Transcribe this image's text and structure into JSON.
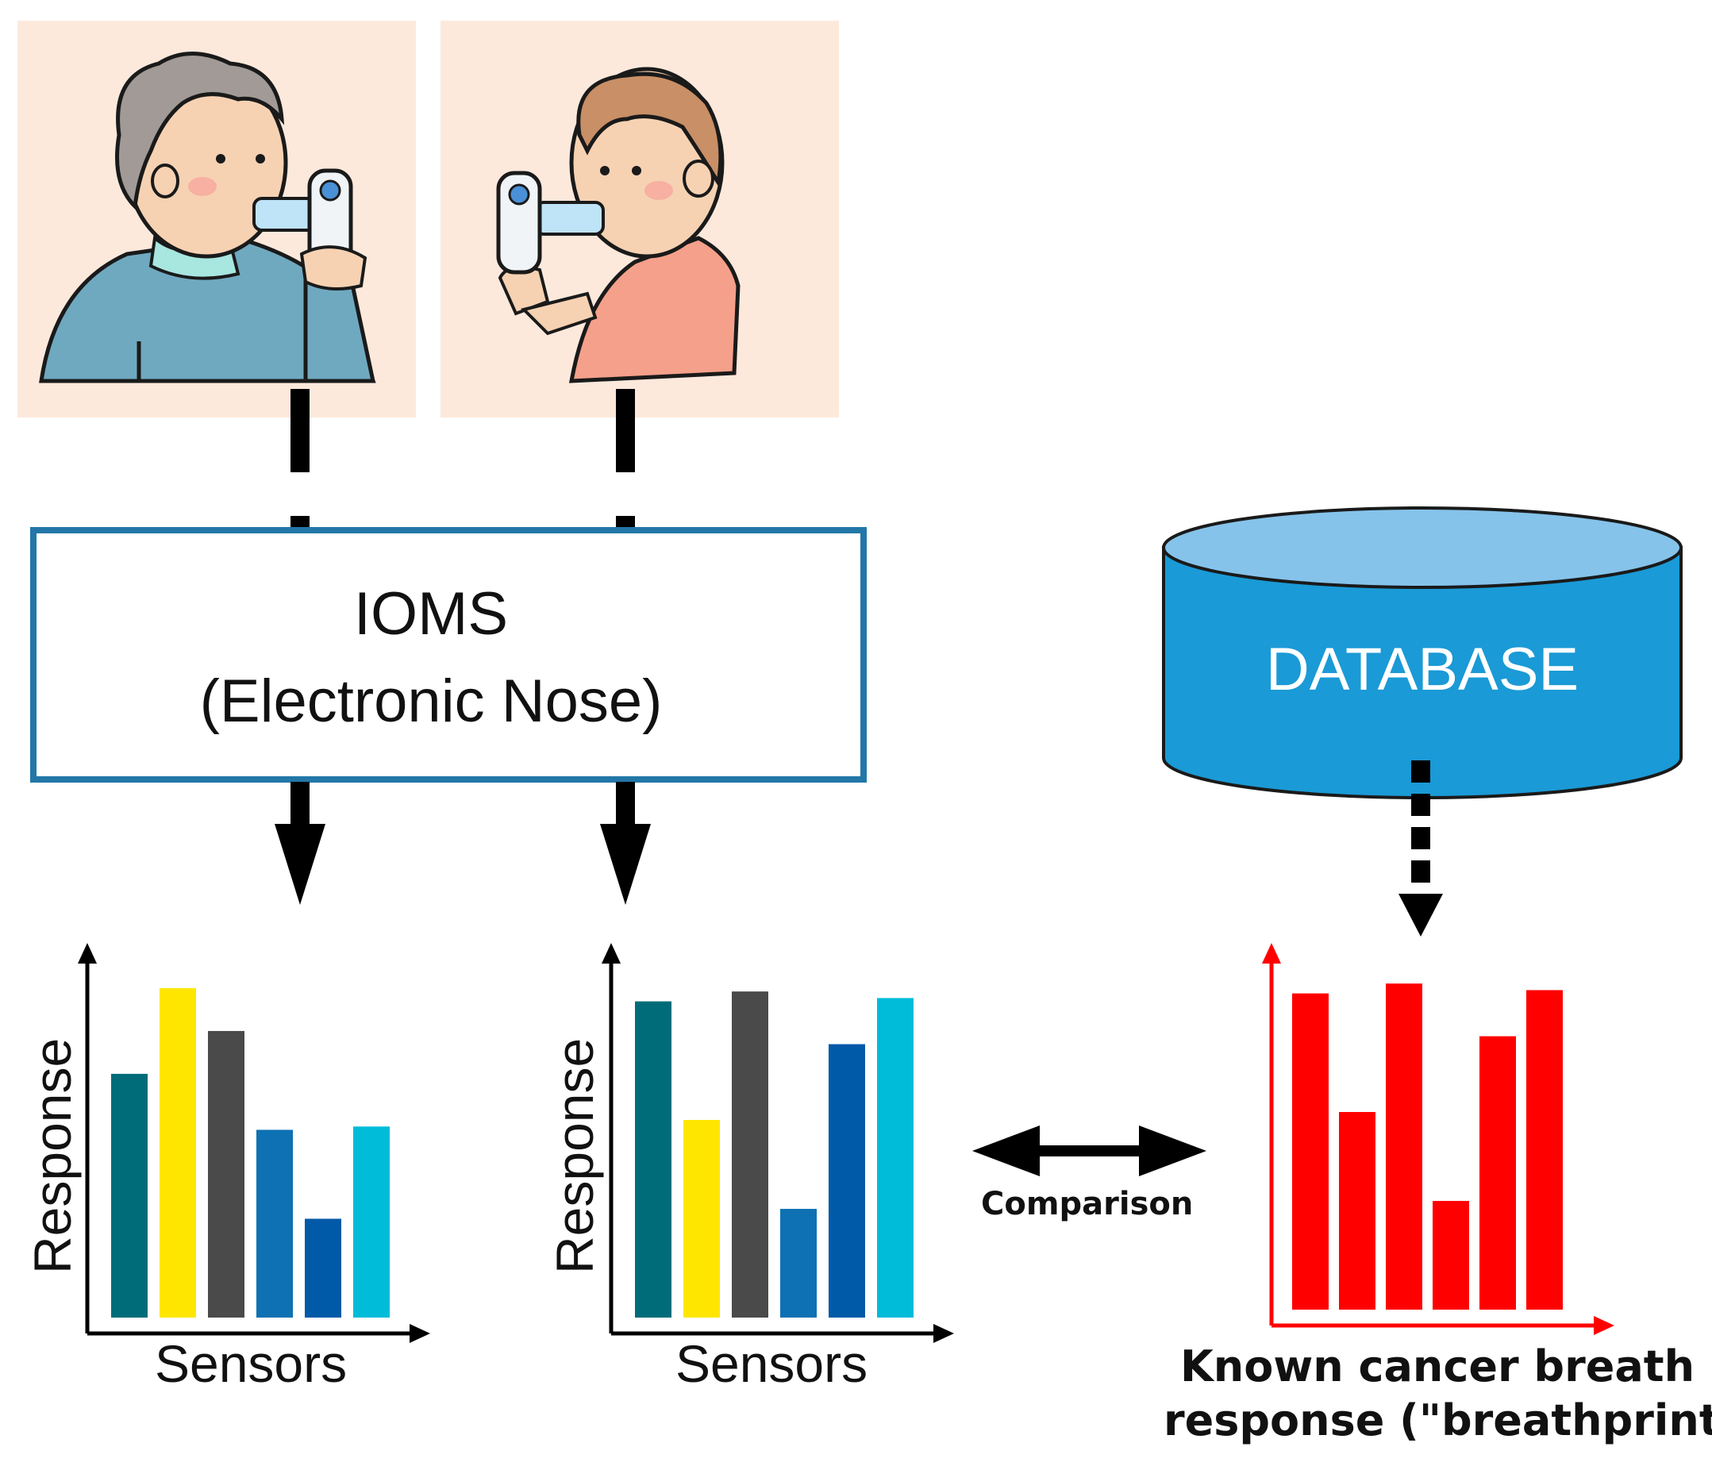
{
  "ioms": {
    "title": "IOMS",
    "subtitle": "(Electronic Nose)"
  },
  "database": {
    "label": "DATABASE",
    "color": "#1a9ad6",
    "top_color": "#85c3ea"
  },
  "comparison": {
    "label": "Comparison"
  },
  "known_response": {
    "line1": "Known cancer breath",
    "line2": "response (\"breathprint\")"
  },
  "people": [
    {
      "name": "older-man-with-breathalyzer",
      "shirt_color": "#6fa9c0",
      "hair_color": "#a19a96"
    },
    {
      "name": "young-man-with-breathalyzer",
      "shirt_color": "#f5a08a",
      "hair_color": "#c98f66"
    }
  ],
  "colors": {
    "panel_bg": "#fde9dc",
    "box_border": "#2277a8",
    "arrow": "#000000",
    "reference_red": "#ff0000"
  },
  "chart_data": [
    {
      "type": "bar",
      "xlabel": "Sensors",
      "ylabel": "Response",
      "values": [
        0.74,
        1.0,
        0.87,
        0.57,
        0.3,
        0.58
      ],
      "colors": [
        "#006c7a",
        "#ffe600",
        "#4a4a4a",
        "#0d71b3",
        "#005aa8",
        "#00bcd8"
      ]
    },
    {
      "type": "bar",
      "xlabel": "Sensors",
      "ylabel": "Response",
      "values": [
        0.96,
        0.6,
        0.99,
        0.33,
        0.83,
        0.97
      ],
      "colors": [
        "#006c7a",
        "#ffe600",
        "#4a4a4a",
        "#0d71b3",
        "#005aa8",
        "#00bcd8"
      ]
    },
    {
      "type": "bar",
      "values": [
        0.96,
        0.6,
        0.99,
        0.33,
        0.83,
        0.97
      ],
      "colors": [
        "#ff0000",
        "#ff0000",
        "#ff0000",
        "#ff0000",
        "#ff0000",
        "#ff0000"
      ]
    }
  ]
}
